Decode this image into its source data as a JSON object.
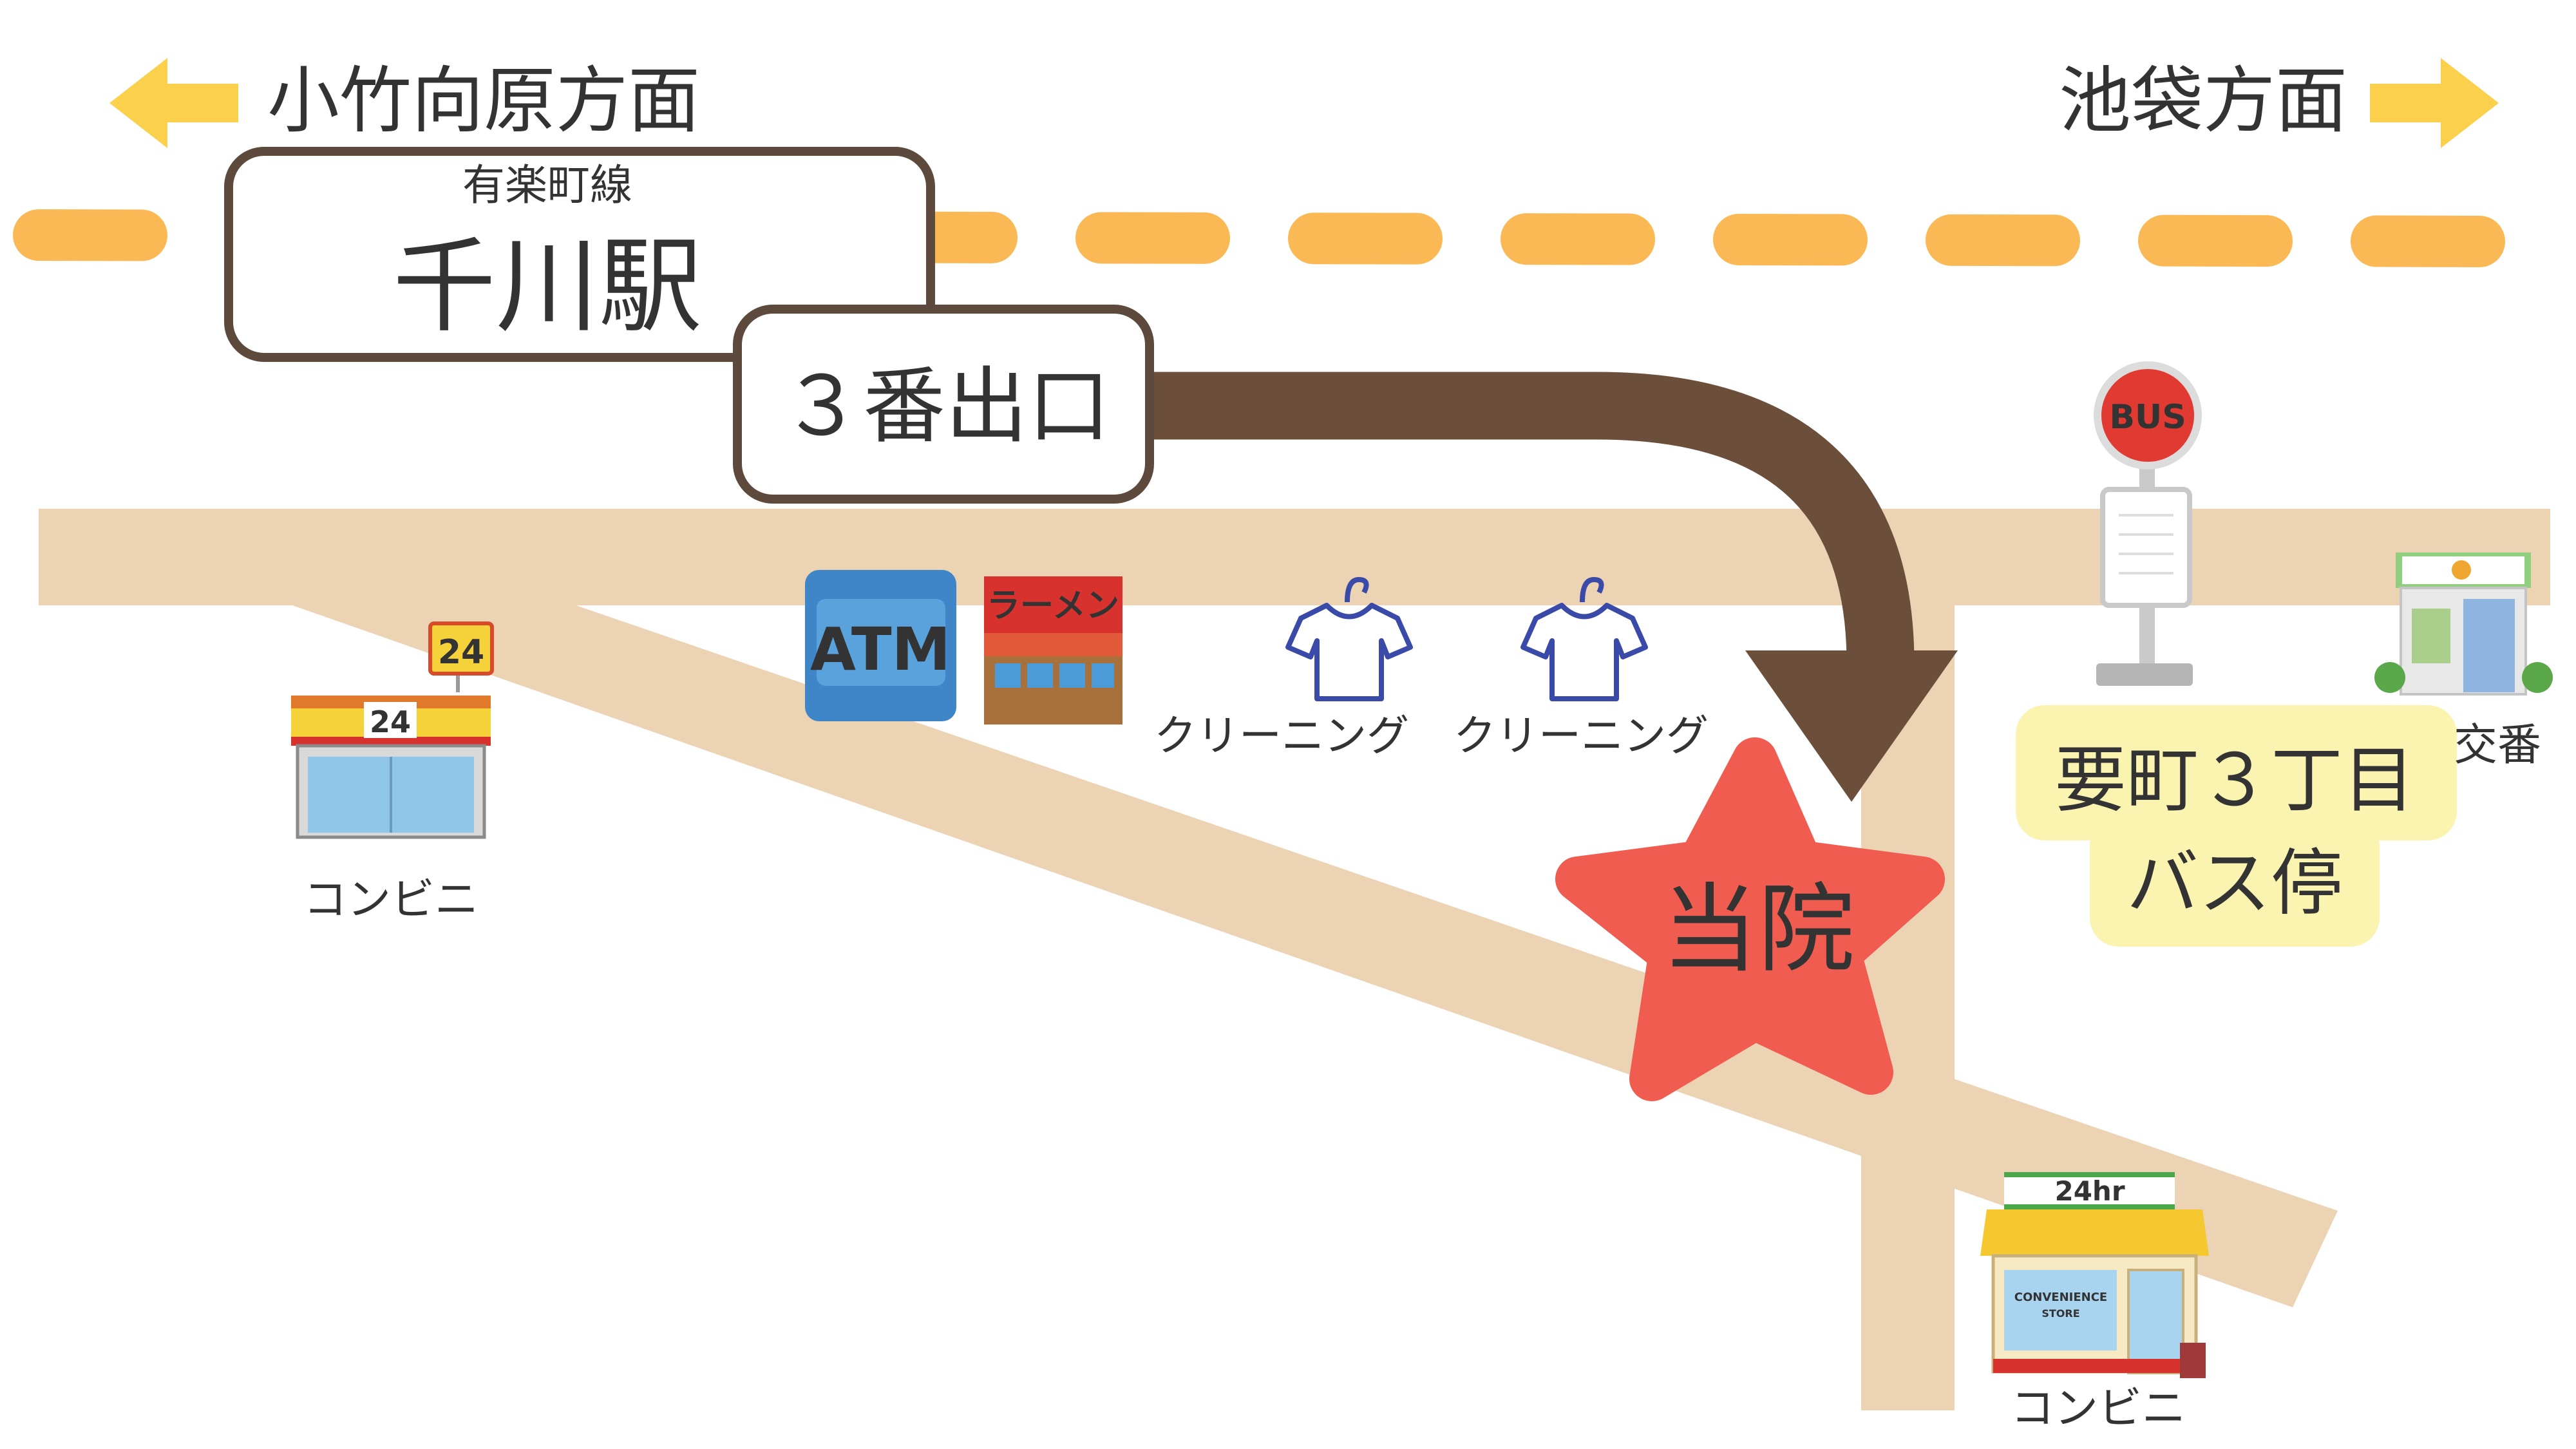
{
  "directions": {
    "left": {
      "label": "小竹向原方面"
    },
    "right": {
      "label": "池袋方面"
    }
  },
  "station": {
    "line_name": "有楽町線",
    "name": "千川駅",
    "exit_label": "３番出口"
  },
  "destination": {
    "label": "当院"
  },
  "bus_stop": {
    "sign_text": "BUS",
    "label_line1": "要町３丁目",
    "label_line2": "バス停"
  },
  "landmarks": {
    "koban": "交番",
    "atm": "ATM",
    "ramen": "ラーメン",
    "cleaning_1": "クリーニング",
    "cleaning_2": "クリーニング",
    "convenience_left": "コンビニ",
    "convenience_left_sign": "24",
    "convenience_bottom": "コンビニ",
    "convenience_bottom_sign": "24hr",
    "convenience_bottom_store": "CONVENIENCE",
    "convenience_bottom_store2": "STORE"
  },
  "colors": {
    "rail": "#fbb955",
    "direction_arrow": "#fbd04c",
    "road": "#ecd3b4",
    "route_arrow": "#6b4f3a",
    "box_border": "#5d4a3c",
    "destination_star": "#f05c50",
    "bus_label_bg": "#fbf3b0",
    "atm": "#3e86c8",
    "ramen": "#d8322e"
  }
}
